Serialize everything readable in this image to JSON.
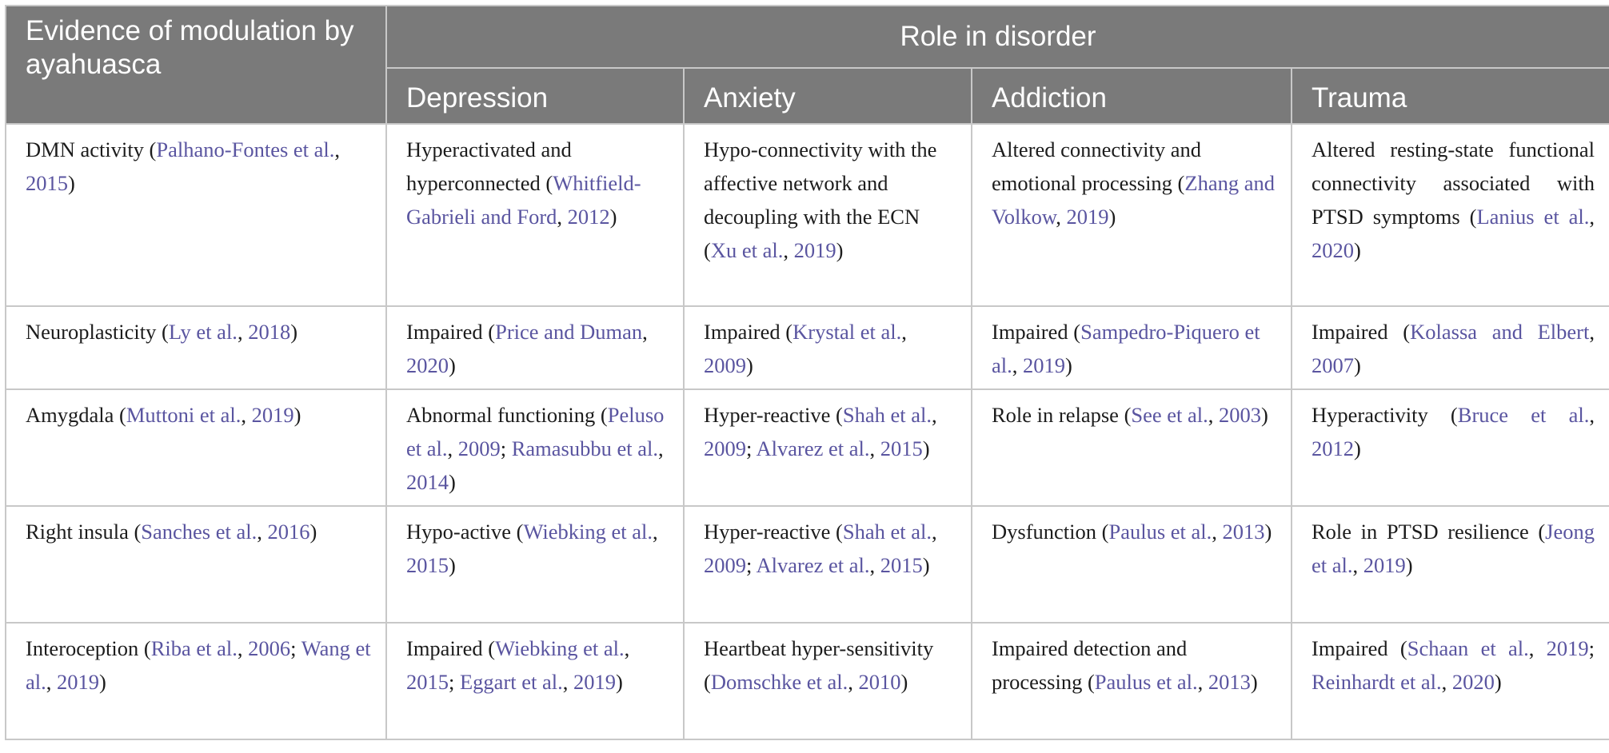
{
  "header": {
    "first_col": "Evidence of modulation by ayahuasca",
    "group": "Role in disorder",
    "cols": [
      "Depression",
      "Anxiety",
      "Addiction",
      "Trauma"
    ]
  },
  "rows": [
    {
      "evidence": [
        {
          "t": "DMN activity ("
        },
        {
          "t": "Palhano-Fontes",
          "r": 1
        },
        {
          "t": " "
        },
        {
          "t": "et al.",
          "r": 1
        },
        {
          "t": ", "
        },
        {
          "t": "2015",
          "r": 1
        },
        {
          "t": ")"
        }
      ],
      "depression": [
        {
          "t": "Hyperactivated and hyperconnected ("
        },
        {
          "t": "Whitfield-Gabrieli and Ford",
          "r": 1
        },
        {
          "t": ", "
        },
        {
          "t": "2012",
          "r": 1
        },
        {
          "t": ")"
        }
      ],
      "anxiety": [
        {
          "t": "Hypo-connectivity with the affective network and decoupling with the ECN ("
        },
        {
          "t": "Xu et al.",
          "r": 1
        },
        {
          "t": ", "
        },
        {
          "t": "2019",
          "r": 1
        },
        {
          "t": ")"
        }
      ],
      "addiction": [
        {
          "t": "Altered connectivity and emotional processing ("
        },
        {
          "t": "Zhang and Volkow",
          "r": 1
        },
        {
          "t": ", "
        },
        {
          "t": "2019",
          "r": 1
        },
        {
          "t": ")"
        }
      ],
      "trauma": [
        {
          "t": "Altered resting-state functional connectivity associated with PTSD symptoms ("
        },
        {
          "t": "Lanius et al.",
          "r": 1
        },
        {
          "t": ", "
        },
        {
          "t": "2020",
          "r": 1
        },
        {
          "t": ")"
        }
      ]
    },
    {
      "evidence": [
        {
          "t": "Neuroplasticity ("
        },
        {
          "t": "Ly et al.",
          "r": 1
        },
        {
          "t": ", "
        },
        {
          "t": "2018",
          "r": 1
        },
        {
          "t": ")"
        }
      ],
      "depression": [
        {
          "t": "Impaired ("
        },
        {
          "t": "Price and Duman",
          "r": 1
        },
        {
          "t": ", "
        },
        {
          "t": "2020",
          "r": 1
        },
        {
          "t": ")"
        }
      ],
      "anxiety": [
        {
          "t": "Impaired ("
        },
        {
          "t": "Krystal et al.",
          "r": 1
        },
        {
          "t": ", "
        },
        {
          "t": "2009",
          "r": 1
        },
        {
          "t": ")"
        }
      ],
      "addiction": [
        {
          "t": "Impaired ("
        },
        {
          "t": "Sampedro-Piquero et al.",
          "r": 1
        },
        {
          "t": ", "
        },
        {
          "t": "2019",
          "r": 1
        },
        {
          "t": ")"
        }
      ],
      "trauma": [
        {
          "t": "Impaired ("
        },
        {
          "t": "Kolassa and Elbert",
          "r": 1
        },
        {
          "t": ", "
        },
        {
          "t": "2007",
          "r": 1
        },
        {
          "t": ")"
        }
      ]
    },
    {
      "evidence": [
        {
          "t": "Amygdala ("
        },
        {
          "t": "Muttoni et al.",
          "r": 1
        },
        {
          "t": ", "
        },
        {
          "t": "2019",
          "r": 1
        },
        {
          "t": ")"
        }
      ],
      "depression": [
        {
          "t": "Abnormal functioning ("
        },
        {
          "t": "Peluso et al.",
          "r": 1
        },
        {
          "t": ", "
        },
        {
          "t": "2009",
          "r": 1
        },
        {
          "t": "; "
        },
        {
          "t": "Ramasubbu et al.",
          "r": 1
        },
        {
          "t": ", "
        },
        {
          "t": "2014",
          "r": 1
        },
        {
          "t": ")"
        }
      ],
      "anxiety": [
        {
          "t": "Hyper-reactive ("
        },
        {
          "t": "Shah et al.",
          "r": 1
        },
        {
          "t": ", "
        },
        {
          "t": "2009",
          "r": 1
        },
        {
          "t": "; "
        },
        {
          "t": "Alvarez et al.",
          "r": 1
        },
        {
          "t": ", "
        },
        {
          "t": "2015",
          "r": 1
        },
        {
          "t": ")"
        }
      ],
      "addiction": [
        {
          "t": "Role in relapse ("
        },
        {
          "t": "See et al.",
          "r": 1
        },
        {
          "t": ", "
        },
        {
          "t": "2003",
          "r": 1
        },
        {
          "t": ")"
        }
      ],
      "trauma": [
        {
          "t": "Hyperactivity ("
        },
        {
          "t": "Bruce et al.",
          "r": 1
        },
        {
          "t": ", "
        },
        {
          "t": "2012",
          "r": 1
        },
        {
          "t": ")"
        }
      ]
    },
    {
      "evidence": [
        {
          "t": "Right insula ("
        },
        {
          "t": "Sanches et al.",
          "r": 1
        },
        {
          "t": ", "
        },
        {
          "t": "2016",
          "r": 1
        },
        {
          "t": ")"
        }
      ],
      "depression": [
        {
          "t": "Hypo-active ("
        },
        {
          "t": "Wiebking et al.",
          "r": 1
        },
        {
          "t": ", "
        },
        {
          "t": "2015",
          "r": 1
        },
        {
          "t": ")"
        }
      ],
      "anxiety": [
        {
          "t": "Hyper-reactive ("
        },
        {
          "t": "Shah et al.",
          "r": 1
        },
        {
          "t": ", "
        },
        {
          "t": "2009",
          "r": 1
        },
        {
          "t": "; "
        },
        {
          "t": "Alvarez et al.",
          "r": 1
        },
        {
          "t": ", "
        },
        {
          "t": "2015",
          "r": 1
        },
        {
          "t": ")"
        }
      ],
      "addiction": [
        {
          "t": "Dysfunction ("
        },
        {
          "t": "Paulus et al.",
          "r": 1
        },
        {
          "t": ", "
        },
        {
          "t": "2013",
          "r": 1
        },
        {
          "t": ")"
        }
      ],
      "trauma": [
        {
          "t": "Role in PTSD resilience ("
        },
        {
          "t": "Jeong et al.",
          "r": 1
        },
        {
          "t": ", "
        },
        {
          "t": "2019",
          "r": 1
        },
        {
          "t": ")"
        }
      ]
    },
    {
      "evidence": [
        {
          "t": "Interoception ("
        },
        {
          "t": "Riba et al.",
          "r": 1
        },
        {
          "t": ", "
        },
        {
          "t": "2006",
          "r": 1
        },
        {
          "t": "; "
        },
        {
          "t": "Wang et al.",
          "r": 1
        },
        {
          "t": ", "
        },
        {
          "t": "2019",
          "r": 1
        },
        {
          "t": ")"
        }
      ],
      "depression": [
        {
          "t": "Impaired ("
        },
        {
          "t": "Wiebking et al.",
          "r": 1
        },
        {
          "t": ", "
        },
        {
          "t": "2015",
          "r": 1
        },
        {
          "t": "; "
        },
        {
          "t": "Eggart et al.",
          "r": 1
        },
        {
          "t": ", "
        },
        {
          "t": "2019",
          "r": 1
        },
        {
          "t": ")"
        }
      ],
      "anxiety": [
        {
          "t": "Heartbeat hyper-sensitivity ("
        },
        {
          "t": "Domschke et al.",
          "r": 1
        },
        {
          "t": ", "
        },
        {
          "t": "2010",
          "r": 1
        },
        {
          "t": ")"
        }
      ],
      "addiction": [
        {
          "t": "Impaired detection and processing ("
        },
        {
          "t": "Paulus et al.",
          "r": 1
        },
        {
          "t": ", "
        },
        {
          "t": "2013",
          "r": 1
        },
        {
          "t": ")"
        }
      ],
      "trauma": [
        {
          "t": "Impaired ("
        },
        {
          "t": "Schaan et al.",
          "r": 1
        },
        {
          "t": ", "
        },
        {
          "t": "2019",
          "r": 1
        },
        {
          "t": "; "
        },
        {
          "t": "Reinhardt et al.",
          "r": 1
        },
        {
          "t": ", "
        },
        {
          "t": "2020",
          "r": 1
        },
        {
          "t": ")"
        }
      ]
    }
  ],
  "colors": {
    "header_bg": "#7a7a7a",
    "header_text": "#ffffff",
    "reference_link": "#5a55a0",
    "border": "#c8c8c8"
  }
}
